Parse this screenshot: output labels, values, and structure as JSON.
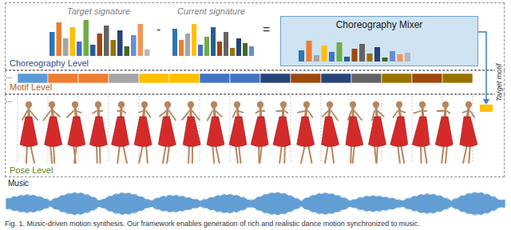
{
  "diagram": {
    "caption": "Fig. 1. Music-driven motion synthesis. Our framework enables generation of rich and realistic dance motion synchronized to music.",
    "nodes": [
      {
        "text": [
          "Choreography Level"
        ]
      },
      {
        "text": [
          "Motif Level"
        ]
      },
      {
        "text": [
          "Pose Level"
        ]
      },
      {
        "text": [
          "Choreography Mixer"
        ],
        "in": 0
      },
      {
        "text": [
          "Target motif"
        ],
        "in": 2
      }
    ],
    "edges": [
      {
        "from": 3,
        "to": 4,
        "arrow": "to"
      }
    ],
    "labels": [
      "Target signature",
      "-",
      "Current signature",
      "=",
      "...",
      "...",
      "Music"
    ]
  }
}
